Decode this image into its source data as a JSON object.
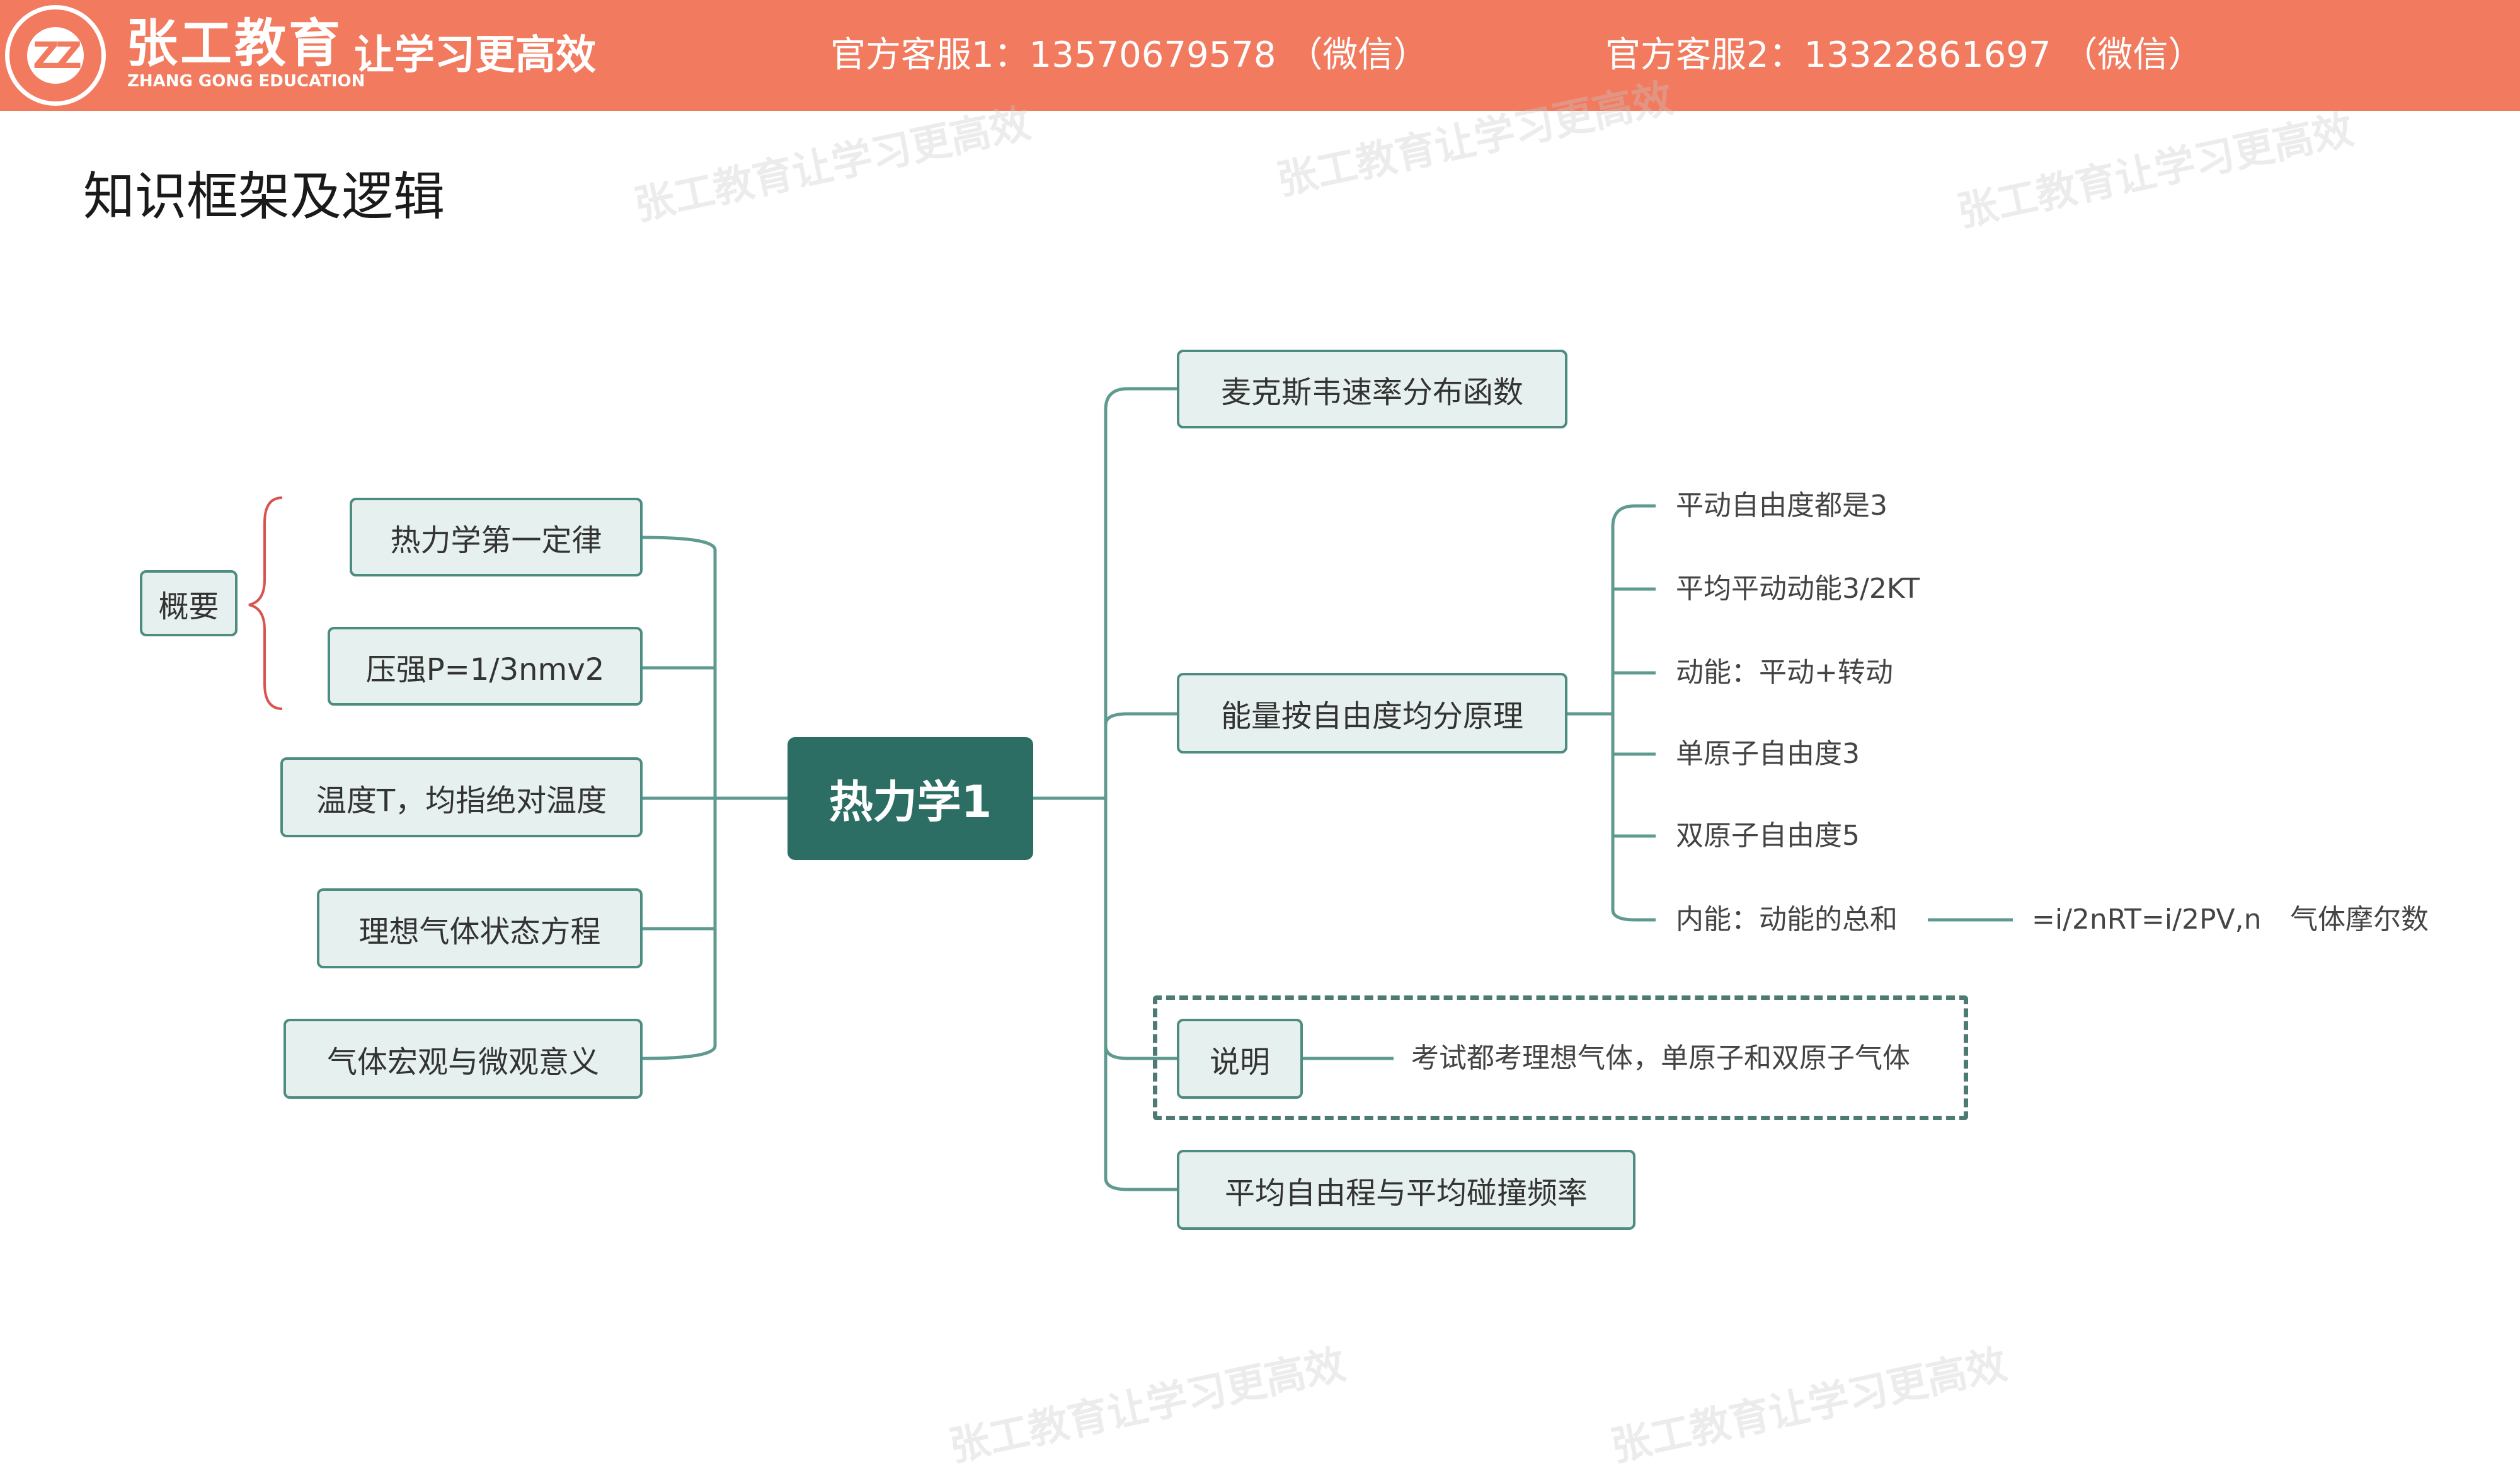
{
  "header": {
    "logo_mark": "ZZ",
    "brand_name": "张工教育",
    "brand_en": "ZHANG GONG EDUCATION",
    "slogan": "让学习更高效",
    "contacts": [
      "官方客服1：13570679578 （微信）",
      "官方客服2：13322861697 （微信）"
    ],
    "color": "#f27a5e"
  },
  "page_title": "知识框架及逻辑",
  "watermark_text": "张工教育让学习更高效",
  "mindmap": {
    "root": "热力学1",
    "group_label": "概要",
    "left_nodes": [
      "热力学第一定律",
      "压强P=1/3nmv2",
      "温度T，均指绝对温度",
      "理想气体状态方程",
      "气体宏观与微观意义"
    ],
    "right_nodes": {
      "maxwell": "麦克斯韦速率分布函数",
      "equipartition": "能量按自由度均分原理",
      "note": "说明",
      "free_path": "平均自由程与平均碰撞频率"
    },
    "equipartition_leaves": [
      "平动自由度都是3",
      "平均平动动能3/2KT",
      "动能：平动+转动",
      "单原子自由度3",
      "双原子自由度5",
      "内能：动能的总和"
    ],
    "internal_energy_formula": "=i/2nRT=i/2PV,n",
    "gas_mole_number": "气体摩尔数",
    "note_text": "考试都考理想气体，单原子和双原子气体",
    "colors": {
      "root": "#2c6e64",
      "node_fill": "#e6f0ee",
      "node_border": "#4d8c81",
      "connector": "#5f9a90",
      "brace": "#d9534f"
    }
  }
}
